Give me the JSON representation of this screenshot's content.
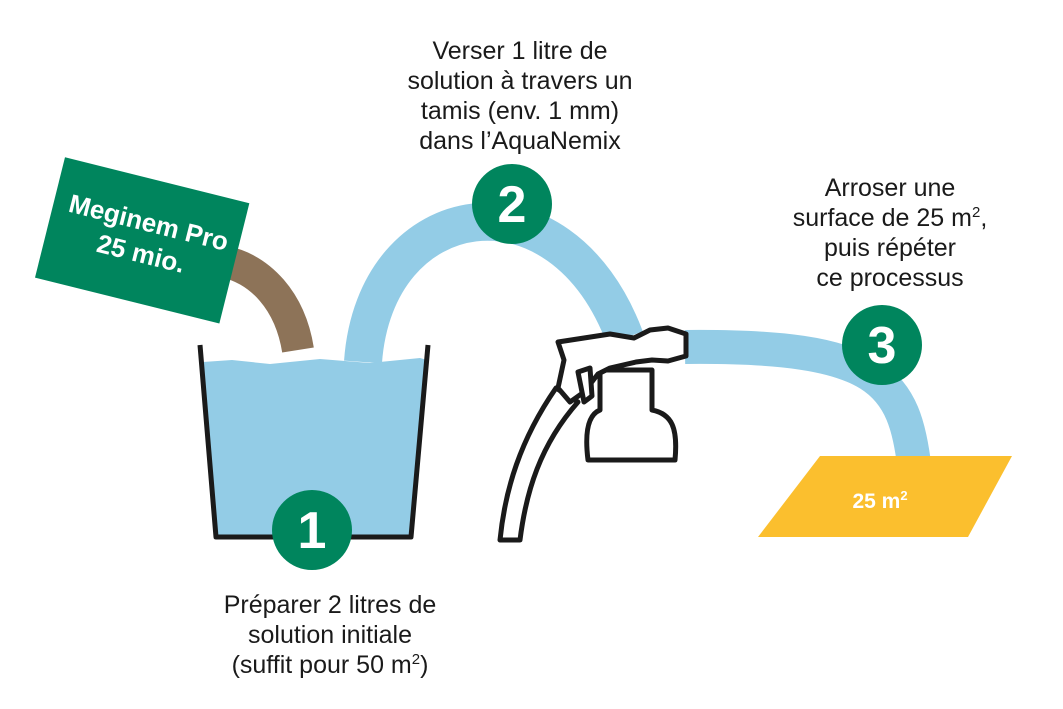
{
  "package": {
    "line1": "Meginem Pro",
    "line2": "25 mio."
  },
  "steps": [
    {
      "number": "1",
      "lines": [
        "Préparer 2 litres de",
        "solution initiale"
      ],
      "last_pre": "(suffit pour 50 m",
      "last_sup": "2",
      "last_post": ")"
    },
    {
      "number": "2",
      "lines": [
        "Verser 1 litre de",
        "solution à travers un",
        "tamis (env. 1 mm)",
        "dans l’AquaNemix"
      ]
    },
    {
      "number": "3",
      "first_pre": "Arroser une",
      "second_pre": "surface de 25 m",
      "second_sup": "2",
      "second_post": ",",
      "lines": [
        "puis répéter",
        "ce processus"
      ]
    }
  ],
  "area_label": {
    "text": "25 m",
    "sup": "2"
  },
  "colors": {
    "green": "#00855d",
    "water": "#93cce6",
    "brown": "#8d7358",
    "yellow": "#fbbf2e",
    "outline": "#1a1a1a"
  }
}
